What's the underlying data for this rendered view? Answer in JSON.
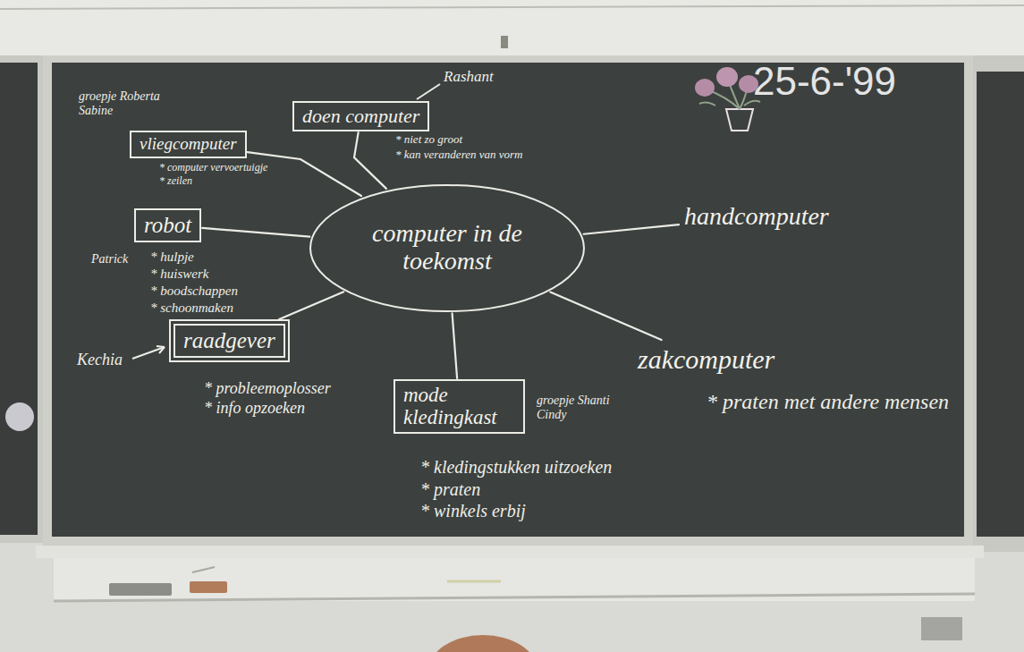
{
  "diagram": {
    "nodes": [
      {
        "text": [
          "vliegcomputer"
        ]
      },
      {
        "text": [
          "doen computer"
        ]
      },
      {
        "text": [
          "robot"
        ]
      },
      {
        "text": [
          "computer in de toekomst"
        ]
      },
      {
        "text": [
          "handcomputer"
        ]
      },
      {
        "text": [
          "raadgever"
        ]
      },
      {
        "text": [
          "zakcomputer"
        ]
      },
      {
        "text": [
          "mode kledingkast"
        ]
      }
    ],
    "edges": [
      {
        "from": 3,
        "to": 0,
        "arrow": "none"
      },
      {
        "from": 3,
        "to": 1,
        "arrow": "none"
      },
      {
        "from": 3,
        "to": 2,
        "arrow": "none"
      },
      {
        "from": 3,
        "to": 4,
        "arrow": "none"
      },
      {
        "from": 3,
        "to": 5,
        "arrow": "none"
      },
      {
        "from": 3,
        "to": 6,
        "arrow": "none"
      },
      {
        "from": 3,
        "to": 7,
        "arrow": "none"
      }
    ],
    "labels": [
      "25-6-'99",
      "Rashant",
      "groepje Roberta Sabine",
      "* niet zo groot",
      "* kan veranderen van vorm",
      "* computer vervoertuigje",
      "* zeilen",
      "Patrick",
      "* hulpje",
      "* huiswerk",
      "* boodschappen",
      "* schoonmaken",
      "Kechia",
      "* probleemoplosser",
      "* info opzoeken",
      "groepje Shanti Cindy",
      "* praten met andere mensen",
      "* kledingstukken uitzoeken",
      "* praten",
      "* winkels erbij"
    ]
  }
}
